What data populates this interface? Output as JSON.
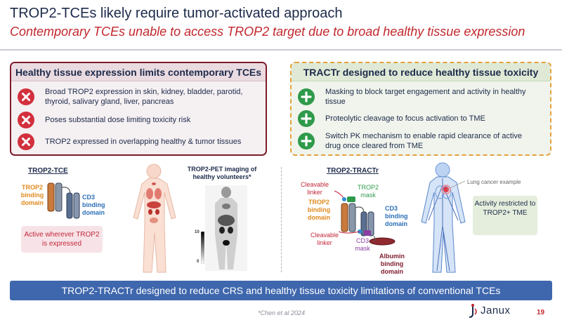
{
  "header": {
    "title": "TROP2-TCEs likely require tumor-activated approach",
    "subtitle": "Contemporary TCEs unable to access TROP2 target due to broad healthy tissue expression"
  },
  "left_panel": {
    "heading": "Healthy tissue expression limits contemporary TCEs",
    "items": [
      "Broad TROP2 expression in skin, kidney, bladder, parotid, thyroid, salivary gland, liver, pancreas",
      "Poses substantial dose limiting toxicity risk",
      "TROP2 expressed in overlapping healthy & tumor tissues"
    ]
  },
  "right_panel": {
    "heading": "TRACTr designed to reduce healthy tissue toxicity",
    "items": [
      "Masking to block target engagement and activity in healthy tissue",
      "Proteolytic cleavage to focus activation to TME",
      "Switch PK mechanism to enable rapid clearance of active drug once cleared from TME"
    ]
  },
  "tce_diagram": {
    "title": "TROP2-TCE",
    "trop2_label": "TROP2 binding domain",
    "cd3_label": "CD3 binding domain",
    "active_note": "Active wherever TROP2 is expressed"
  },
  "pet_image": {
    "caption": "TROP2-PET imaging of healthy volunteers*",
    "scale_top": "10",
    "scale_bottom": "0"
  },
  "tractr_diagram": {
    "title": "TROP2-TRACTr",
    "cleavable_linker_top": "Cleavable linker",
    "trop2_mask": "TROP2 mask",
    "trop2_binding": "TROP2 binding domain",
    "cd3_binding": "CD3 binding domain",
    "cleavable_linker_bottom": "Cleavable linker",
    "cd3_mask": "CD3 mask",
    "albumin": "Albumin binding domain"
  },
  "lung_example": {
    "label": "Lung cancer example",
    "activity_note": "Activity restricted to TROP2+ TME"
  },
  "footer": {
    "banner": "TROP2-TRACTr designed to reduce CRS and healthy tissue toxicity limitations of conventional TCEs",
    "citation": "*Chen et al 2024",
    "logo": "Janux",
    "page_number": "19"
  },
  "colors": {
    "title_navy": "#1c2a4a",
    "subtitle_red": "#c1272d",
    "x_icon_red": "#d3303d",
    "plus_icon_green": "#2e9a4a",
    "banner_blue": "#3f67ad",
    "left_border": "#7e1b2b",
    "right_border": "#e2a33d"
  },
  "icons": [
    "x-circle-icon",
    "plus-circle-icon",
    "janux-logo-icon"
  ]
}
